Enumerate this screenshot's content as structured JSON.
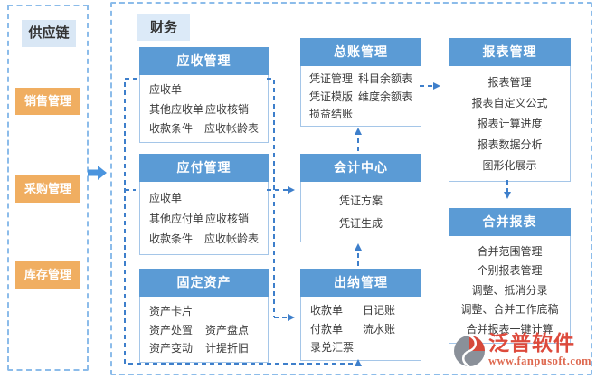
{
  "colors": {
    "header_blue": "#5B9BD5",
    "panel_border_blue": "#8CBCEA",
    "box_border_blue": "#A5C6E8",
    "tab_bg_blue": "#DCEAF8",
    "orange": "#F0AE61",
    "connector_blue": "#3E7FCB",
    "logo_red": "#DD4A3C",
    "logo_url_red": "#DE6950"
  },
  "supply_chain": {
    "title": "供应链",
    "items": [
      "销售管理",
      "采购管理",
      "库存管理"
    ]
  },
  "finance": {
    "tab_label": "财务",
    "boxes": [
      {
        "key": "receivables",
        "title": "应收管理",
        "align": "left",
        "rows": [
          [
            "应收单"
          ],
          [
            "其他应收单",
            "应收核销"
          ],
          [
            "收款条件",
            "应收帐龄表"
          ]
        ]
      },
      {
        "key": "payables",
        "title": "应付管理",
        "align": "left",
        "rows": [
          [
            "应收单"
          ],
          [
            "其他应付单",
            "应收核销"
          ],
          [
            "收款条件",
            "应收帐龄表"
          ]
        ]
      },
      {
        "key": "fixed-assets",
        "title": "固定资产",
        "align": "left",
        "rows": [
          [
            "资产卡片"
          ],
          [
            "资产处置",
            "资产盘点"
          ],
          [
            "资产变动",
            "计提折旧"
          ]
        ]
      },
      {
        "key": "general-ledger",
        "title": "总账管理",
        "align": "left",
        "rows": [
          [
            "凭证管理",
            "科目余额表"
          ],
          [
            "凭证模版",
            "维度余额表"
          ],
          [
            "损益结账"
          ]
        ]
      },
      {
        "key": "accounting-center",
        "title": "会计中心",
        "align": "center",
        "rows": [
          [
            "凭证方案"
          ],
          [
            "凭证生成"
          ]
        ]
      },
      {
        "key": "cashier",
        "title": "出纳管理",
        "align": "left",
        "rows": [
          [
            "收款单",
            "日记账"
          ],
          [
            "付款单",
            "流水账"
          ],
          [
            "录兑汇票"
          ]
        ]
      },
      {
        "key": "reports",
        "title": "报表管理",
        "align": "center",
        "rows": [
          [
            "报表管理"
          ],
          [
            "报表自定义公式"
          ],
          [
            "报表计算进度"
          ],
          [
            "报表数据分析"
          ],
          [
            "图形化展示"
          ]
        ]
      },
      {
        "key": "consolidated",
        "title": "合并报表",
        "align": "center",
        "rows": [
          [
            "合并范围管理"
          ],
          [
            "个别报表管理"
          ],
          [
            "调整、抵消分录"
          ],
          [
            "调整、合并工作底稿"
          ],
          [
            "合并报表一键计算"
          ]
        ]
      }
    ]
  },
  "logo": {
    "name": "泛普软件",
    "url": "www.fanpusoft.com"
  }
}
